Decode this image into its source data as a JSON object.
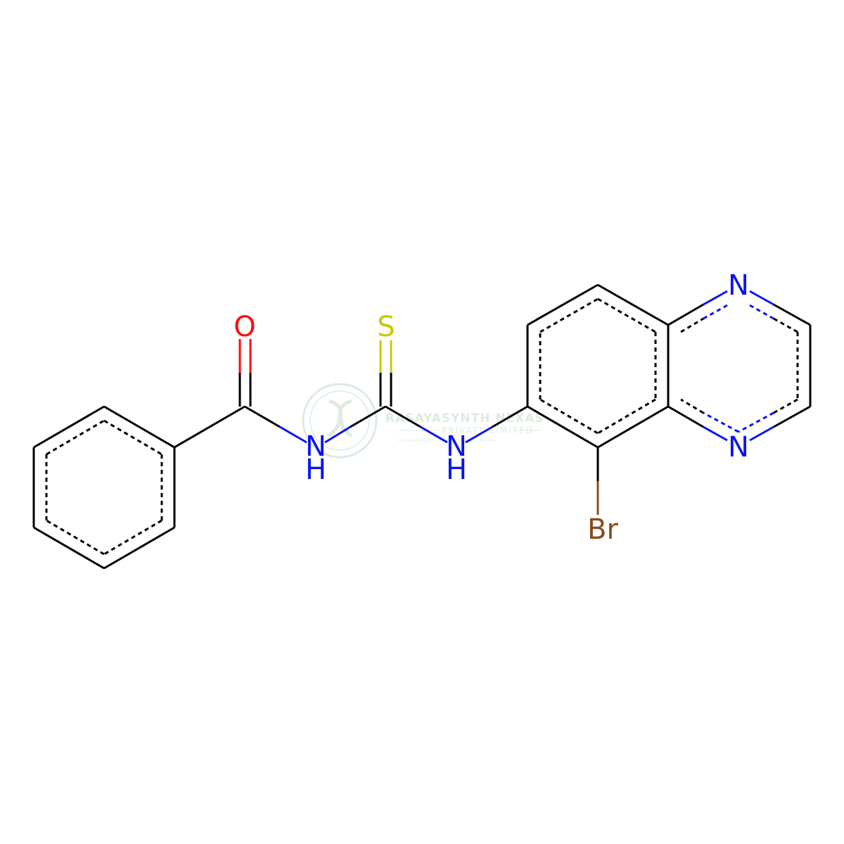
{
  "molecule": {
    "atoms": {
      "oxygen": "O",
      "sulfur": "S",
      "amide_n": "N",
      "amide_h": "H",
      "thio_n": "N",
      "thio_h": "H",
      "pyrazine_n1": "N",
      "pyrazine_n4": "N",
      "bromine": "Br"
    },
    "colors": {
      "carbon_bond": "#000000",
      "oxygen": "#ff0d0d",
      "nitrogen": "#0a14f0",
      "sulfur": "#c8c80a",
      "bromine": "#8a4b1e"
    }
  },
  "watermark": {
    "title": "RASAYASYNTH NEXAS",
    "subtitle": "PRIVATE LIMITED",
    "tagline": "Complete solution for every chemist's journey",
    "color": "#9cc9a4"
  }
}
